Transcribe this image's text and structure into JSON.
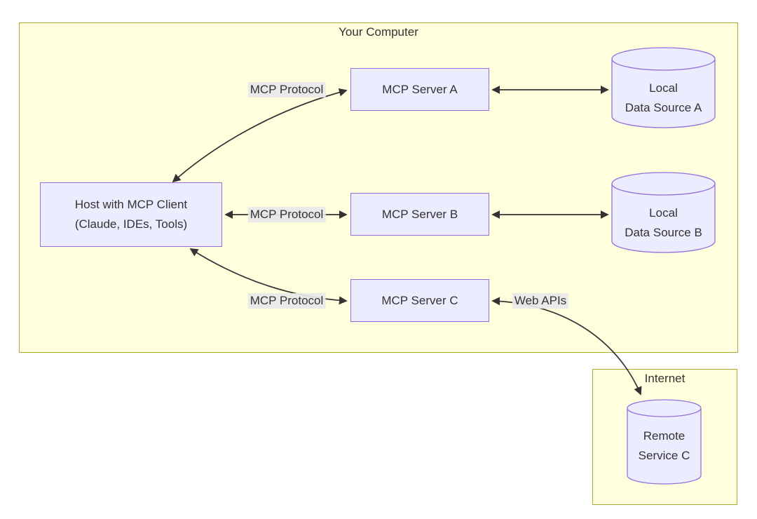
{
  "clusters": {
    "your_computer": {
      "label": "Your Computer"
    },
    "internet": {
      "label": "Internet"
    }
  },
  "nodes": {
    "host": {
      "lines": [
        "Host with MCP Client",
        "(Claude, IDEs, Tools)"
      ],
      "shape": "rect"
    },
    "server_a": {
      "label": "MCP Server A",
      "shape": "rect"
    },
    "server_b": {
      "label": "MCP Server B",
      "shape": "rect"
    },
    "server_c": {
      "label": "MCP Server C",
      "shape": "rect"
    },
    "data_a": {
      "lines": [
        "Local",
        "Data Source A"
      ],
      "shape": "cylinder"
    },
    "data_b": {
      "lines": [
        "Local",
        "Data Source B"
      ],
      "shape": "cylinder"
    },
    "remote_c": {
      "lines": [
        "Remote",
        "Service C"
      ],
      "shape": "cylinder"
    }
  },
  "edges": [
    {
      "from": "host",
      "to": "server_a",
      "label": "MCP Protocol",
      "bidirectional": true
    },
    {
      "from": "host",
      "to": "server_b",
      "label": "MCP Protocol",
      "bidirectional": true
    },
    {
      "from": "host",
      "to": "server_c",
      "label": "MCP Protocol",
      "bidirectional": true
    },
    {
      "from": "server_a",
      "to": "data_a",
      "label": "",
      "bidirectional": true
    },
    {
      "from": "server_b",
      "to": "data_b",
      "label": "",
      "bidirectional": true
    },
    {
      "from": "server_c",
      "to": "remote_c",
      "label": "Web APIs",
      "bidirectional": true
    }
  ],
  "colors": {
    "cluster_fill": "#ffffde",
    "cluster_border": "#aaaa33",
    "node_fill": "#ececff",
    "node_border": "#9370db",
    "edge": "#333333",
    "edge_label_bg": "#e8e8e8",
    "text": "#333333"
  }
}
